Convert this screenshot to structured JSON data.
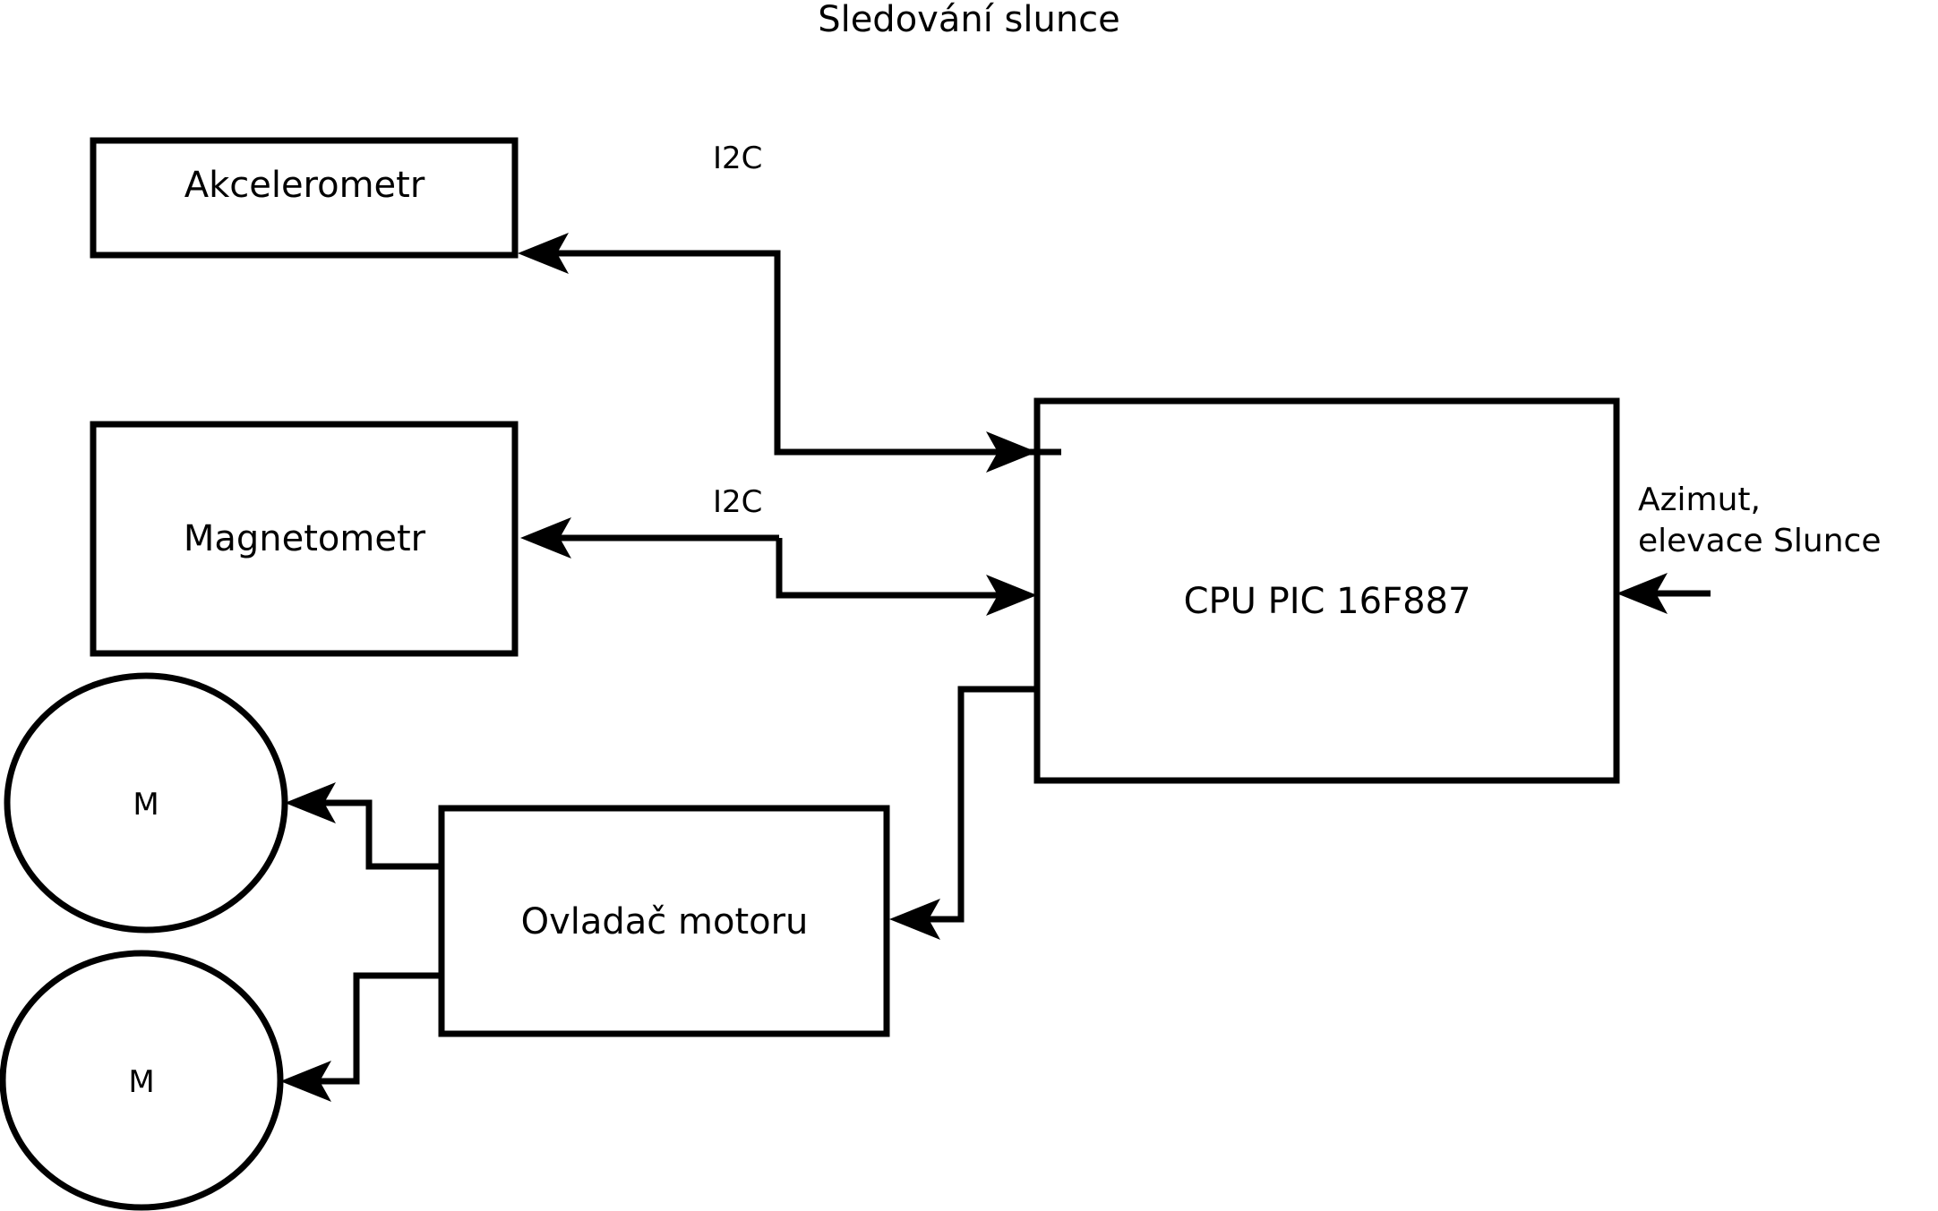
{
  "title": "Sledování slunce",
  "nodes": {
    "accelerometer": {
      "label": "Akcelerometr",
      "shape": "rect"
    },
    "magnetometer": {
      "label": "Magnetometr",
      "shape": "rect"
    },
    "cpu": {
      "label": "CPU PIC 16F887",
      "shape": "rect"
    },
    "motor_driver": {
      "label": "Ovladač motoru",
      "shape": "rect"
    },
    "motor_top": {
      "label": "M",
      "shape": "circle"
    },
    "motor_bottom": {
      "label": "M",
      "shape": "circle"
    }
  },
  "edge_labels": {
    "i2c_accelerometer": "I2C",
    "i2c_magnetometer": "I2C"
  },
  "io_labels": {
    "sun_input_line1": "Azimut,",
    "sun_input_line2": "elevace Slunce"
  },
  "colors": {
    "stroke": "#000000",
    "fill": "#ffffff",
    "background": "#ffffff"
  }
}
